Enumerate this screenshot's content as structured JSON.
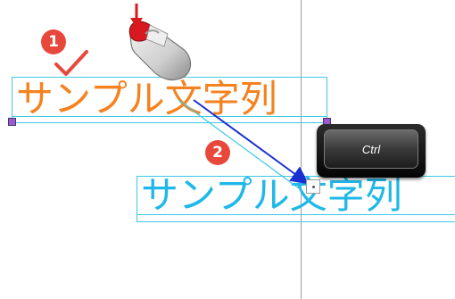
{
  "steps": {
    "step1": "1",
    "step2": "2"
  },
  "source_text": "サンプル文字列",
  "copy_text": "サンプル文字列",
  "keyboard": {
    "key_label": "Ctrl"
  },
  "icons": {
    "mouse": "mouse-icon",
    "check": "check-icon",
    "arrow": "drag-arrow-icon"
  },
  "colors": {
    "source_text": "#f5821f",
    "copy_text": "#1fb8e8",
    "frame": "#3fc7e6",
    "badge": "#e8473c",
    "arrow": "#1a2fd1",
    "check": "#e8473c"
  }
}
